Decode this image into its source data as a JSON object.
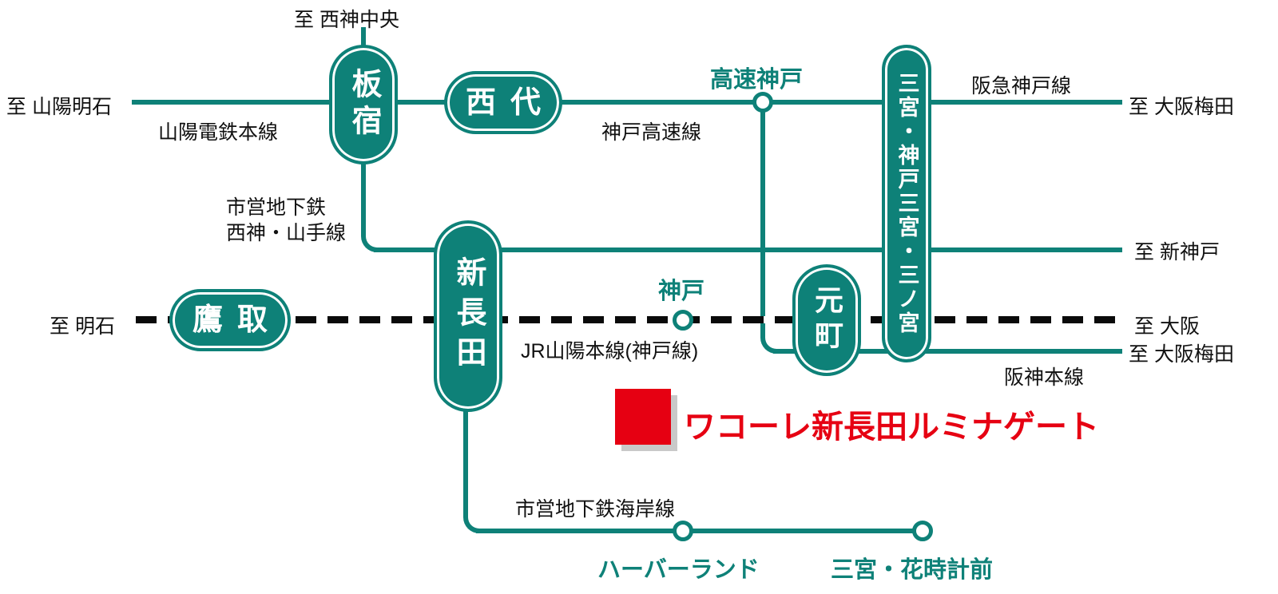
{
  "colors": {
    "teal": "#0e8178",
    "red": "#e60012",
    "jr_line": "#0a0a0a",
    "square_shadow": "#c9c9c9"
  },
  "stations": {
    "itayado": "板宿",
    "nishidai": "西代",
    "shin_nagata": "新長田",
    "takatori": "鷹取",
    "motomachi": "元町",
    "sannomiya": "三宮・神戸三宮・三ノ宮",
    "kosoku_kobe": "高速神戸",
    "kobe": "神戸",
    "harborland": "ハーバーランド",
    "sannomiya_hanadokeimae": "三宮・花時計前"
  },
  "line_labels": {
    "sanyo_dentetsu_main": "山陽電鉄本線",
    "kobe_kosoku": "神戸高速線",
    "hankyu_kobe": "阪急神戸線",
    "subway_seishin_yamate_1": "市営地下鉄",
    "subway_seishin_yamate_2": "西神・山手線",
    "jr_sanyo_main": "JR山陽本線(神戸線)",
    "hanshin_main": "阪神本線",
    "subway_kaigan": "市営地下鉄海岸線"
  },
  "destinations": {
    "seishin_chuo": "至 西神中央",
    "sanyo_akashi": "至 山陽明石",
    "osaka_umeda_hankyu": "至 大阪梅田",
    "shin_kobe": "至 新神戸",
    "akashi": "至 明石",
    "osaka": "至 大阪",
    "osaka_umeda_hanshin": "至 大阪梅田"
  },
  "property": {
    "name": "ワコーレ新長田ルミナゲート"
  }
}
